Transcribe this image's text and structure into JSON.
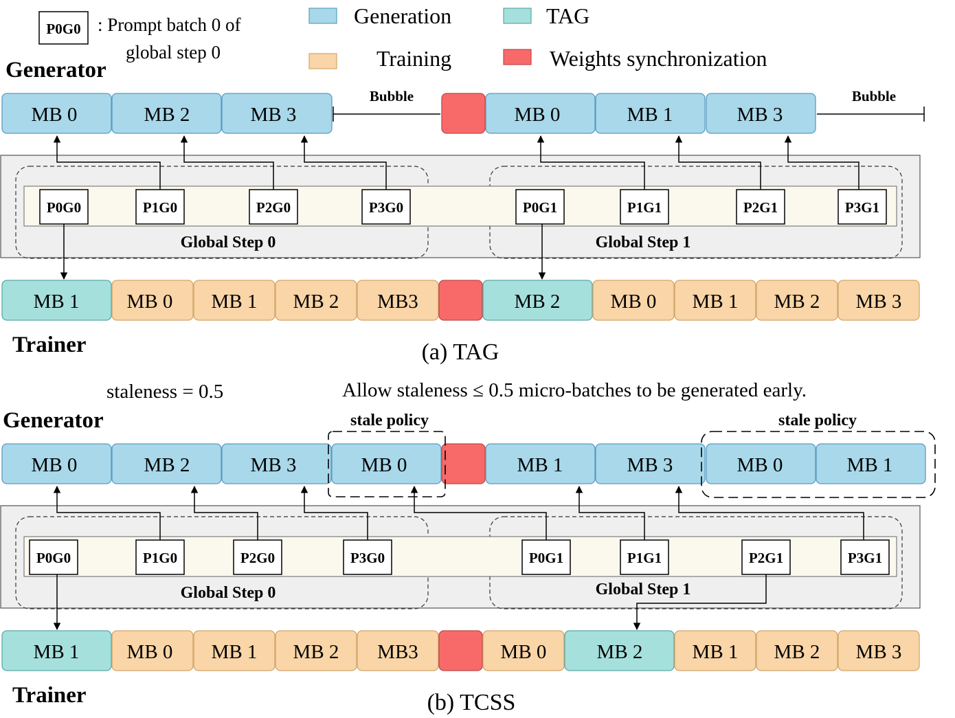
{
  "legend": {
    "key_box": "P0G0",
    "key_text_line1": ": Prompt batch 0 of",
    "key_text_line2": "global step 0",
    "items": [
      {
        "label": "Generation",
        "color": "#a8d8ea"
      },
      {
        "label": "TAG",
        "color": "#a6e0dd"
      },
      {
        "label": "Training",
        "color": "#f9d5a7"
      },
      {
        "label": "Weights synchronization",
        "color": "#f86a6a"
      }
    ]
  },
  "colors": {
    "generation": "#a8d8ea",
    "tag": "#a6e0dd",
    "training": "#f9d5a7",
    "sync": "#f86a6a",
    "generation_border": "#5a9cc0",
    "tag_border": "#5aa8a4",
    "training_border": "#d4a56a",
    "sync_border": "#c04848",
    "panel_bg": "#efefef",
    "strip_bg": "#fbf8ee"
  },
  "panel_a": {
    "generator_label": "Generator",
    "trainer_label": "Trainer",
    "caption": "(a) TAG",
    "bubble_label": "Bubble",
    "generator_row": [
      "MB 0",
      "MB 2",
      "MB 3",
      "MB 0",
      "MB 1",
      "MB 3"
    ],
    "prompt_batches": [
      "P0G0",
      "P1G0",
      "P2G0",
      "P3G0",
      "P0G1",
      "P1G1",
      "P2G1",
      "P3G1"
    ],
    "global_steps": [
      "Global Step 0",
      "Global Step 1"
    ],
    "trainer_row": [
      "MB 1",
      "MB 0",
      "MB 1",
      "MB 2",
      "MB3",
      "MB 2",
      "MB 0",
      "MB 1",
      "MB 2",
      "MB 3"
    ]
  },
  "panel_b": {
    "staleness_label": "staleness = 0.5",
    "note": "Allow staleness ≤ 0.5 micro-batches to be generated early.",
    "generator_label": "Generator",
    "trainer_label": "Trainer",
    "caption": "(b) TCSS",
    "stale_policy_label": "stale policy",
    "generator_row": [
      "MB 0",
      "MB 2",
      "MB 3",
      "MB 0",
      "MB 1",
      "MB 3",
      "MB 0",
      "MB 1"
    ],
    "prompt_batches": [
      "P0G0",
      "P1G0",
      "P2G0",
      "P3G0",
      "P0G1",
      "P1G1",
      "P2G1",
      "P3G1"
    ],
    "global_steps": [
      "Global Step 0",
      "Global Step 1"
    ],
    "trainer_row": [
      "MB 1",
      "MB 0",
      "MB 1",
      "MB 2",
      "MB3",
      "MB 0",
      "MB 2",
      "MB 1",
      "MB 2",
      "MB 3"
    ]
  }
}
